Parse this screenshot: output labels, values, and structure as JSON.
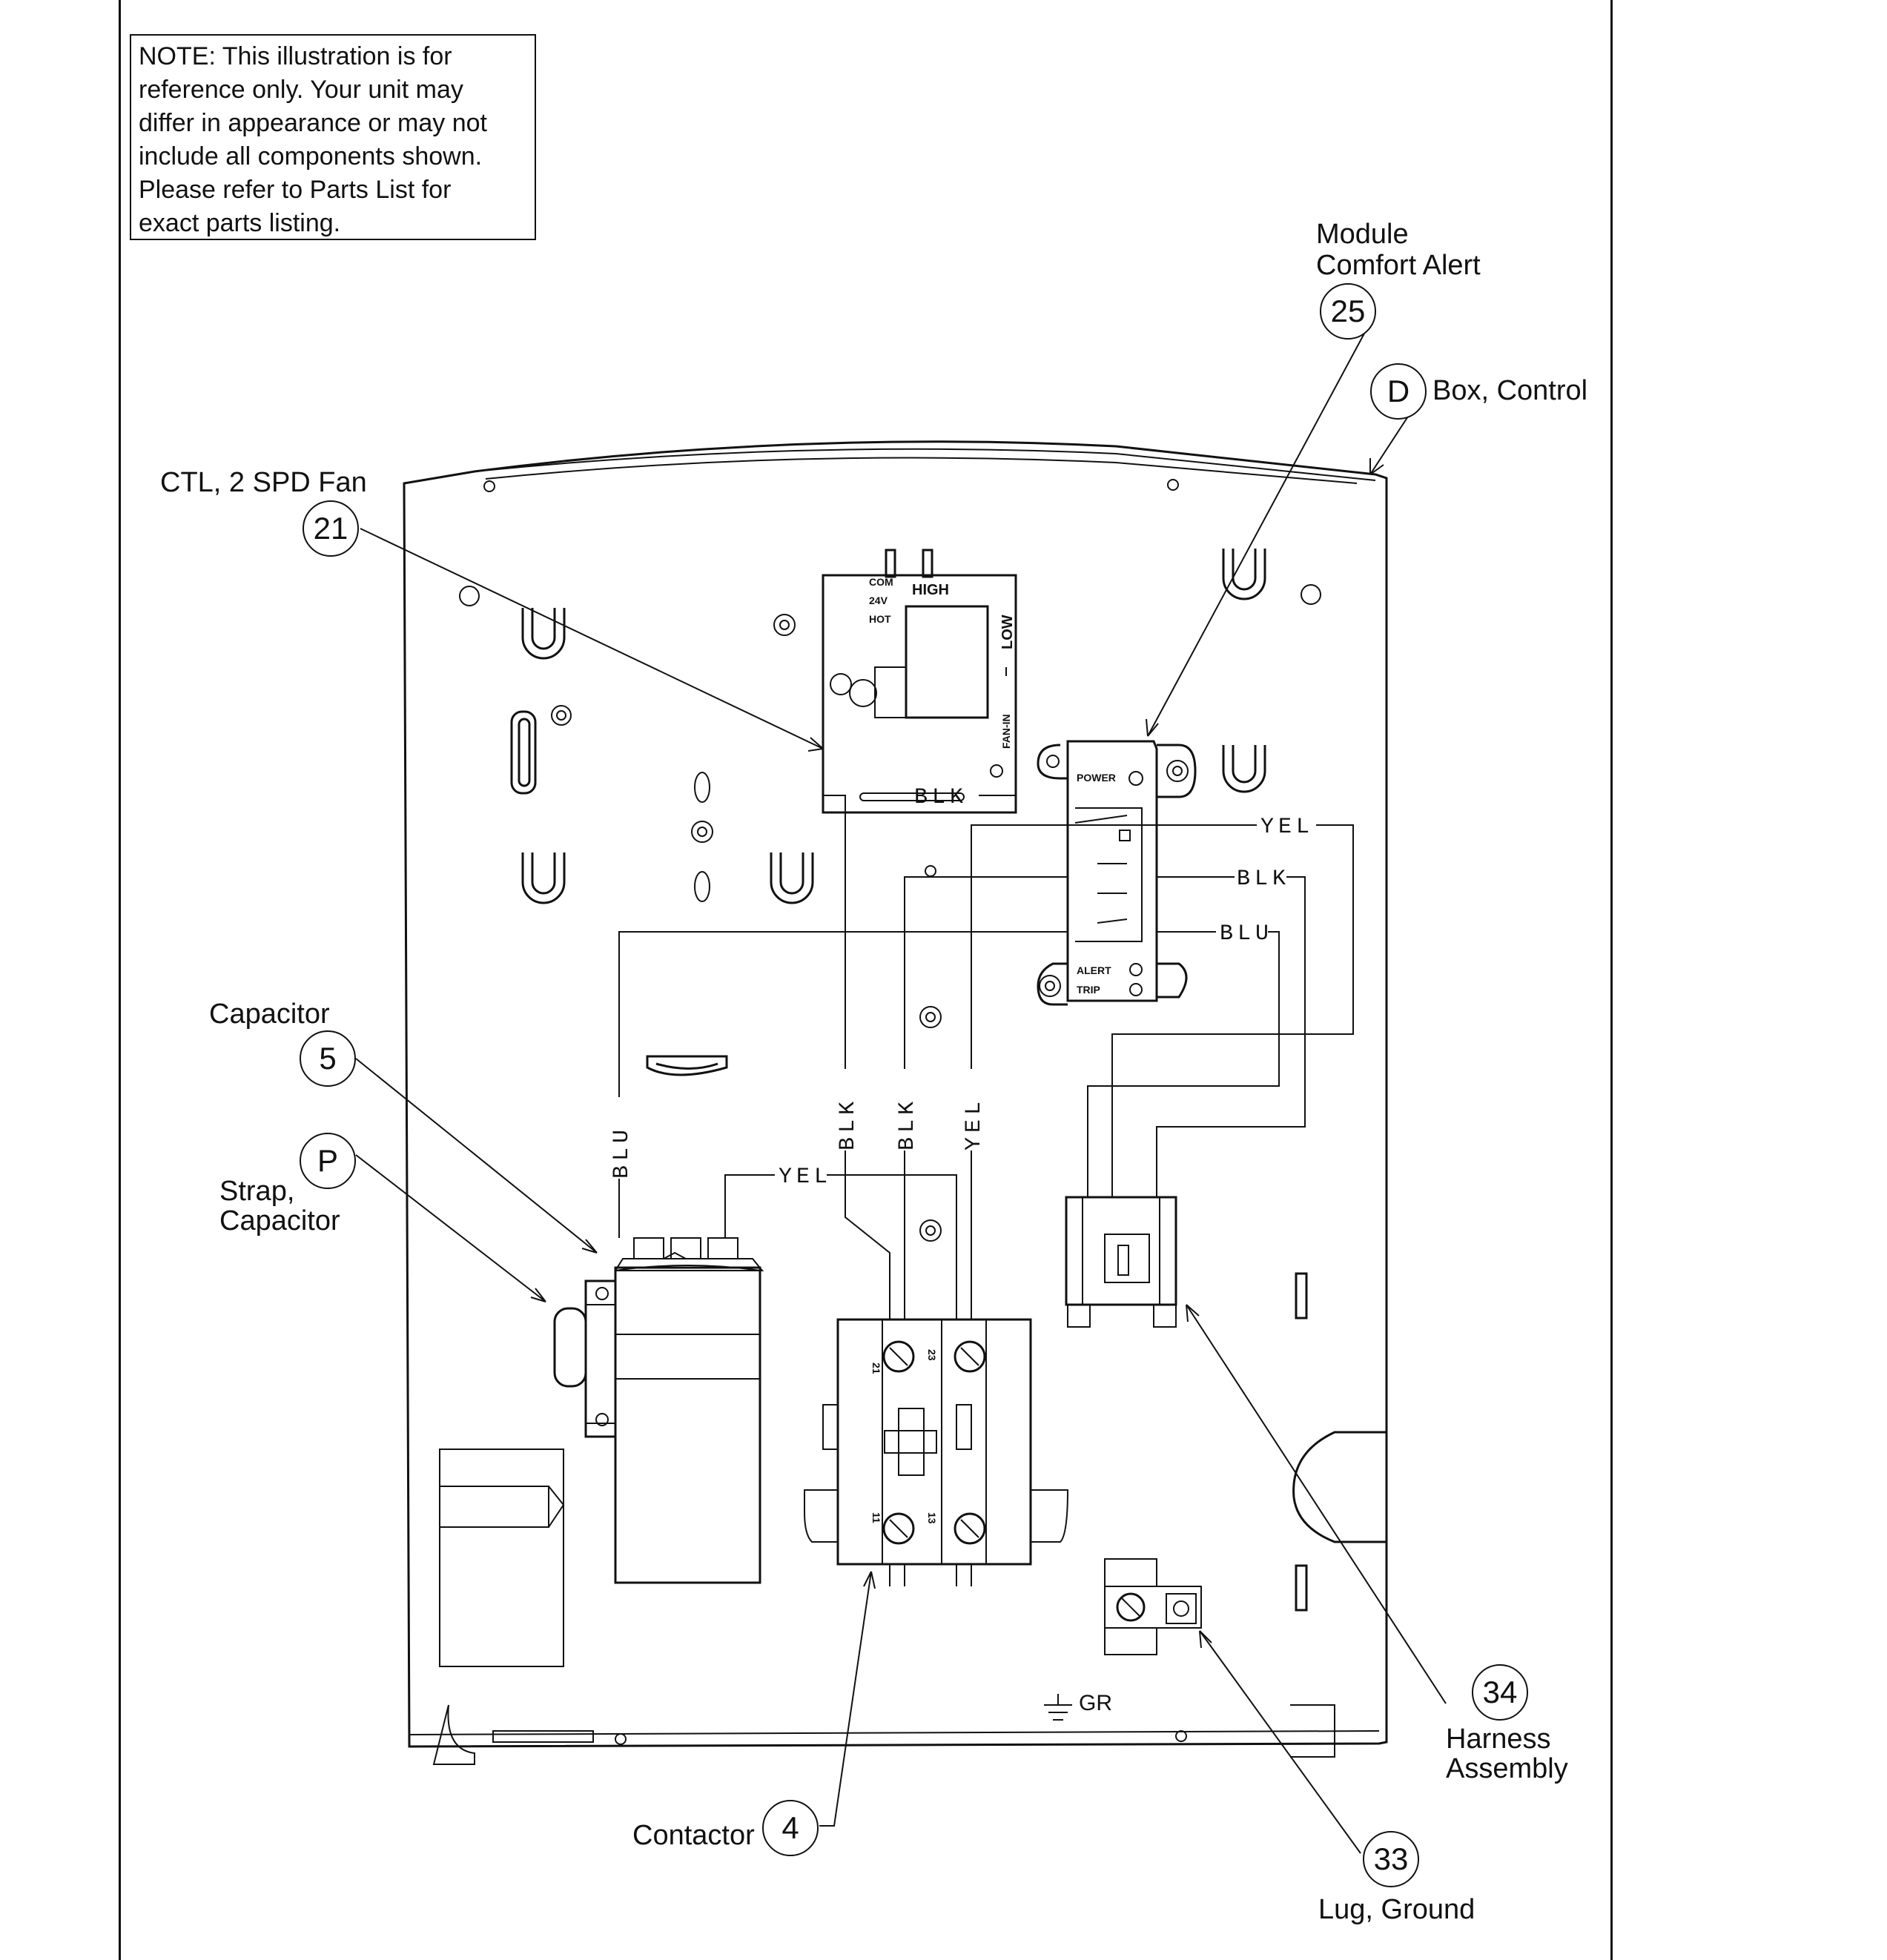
{
  "note": {
    "lines": [
      "NOTE: This illustration is for",
      "reference only.  Your unit may",
      "differ in appearance or may not",
      "include all components shown.",
      "Please refer to Parts List for",
      "exact parts listing."
    ]
  },
  "callouts": {
    "module": {
      "number": "25",
      "label_line1": "Module",
      "label_line2": "Comfort Alert"
    },
    "box": {
      "number": "D",
      "label": "Box, Control"
    },
    "fan_control": {
      "number": "21",
      "label": "CTL, 2 SPD Fan"
    },
    "capacitor": {
      "number": "5",
      "label": "Capacitor"
    },
    "strap": {
      "number": "P",
      "label_line1": "Strap,",
      "label_line2": "Capacitor"
    },
    "contactor": {
      "number": "4",
      "label": "Contactor"
    },
    "harness": {
      "number": "34",
      "label_line1": "Harness",
      "label_line2": "Assembly"
    },
    "ground_lug": {
      "number": "33",
      "label": "Lug, Ground"
    }
  },
  "wires": {
    "blk": "BLK",
    "yel": "YEL",
    "blu": "BLU"
  },
  "fan_board": {
    "com": "COM",
    "v24": "24V",
    "hot": "HOT",
    "high": "HIGH",
    "low": "LOW",
    "fan_in": "FAN-IN"
  },
  "module_labels": {
    "power": "POWER",
    "alert": "ALERT",
    "trip": "TRIP"
  },
  "contactor_terminals": {
    "t21": "21",
    "t23": "23",
    "t11": "11",
    "t13": "13"
  },
  "ground_mark": "GR"
}
